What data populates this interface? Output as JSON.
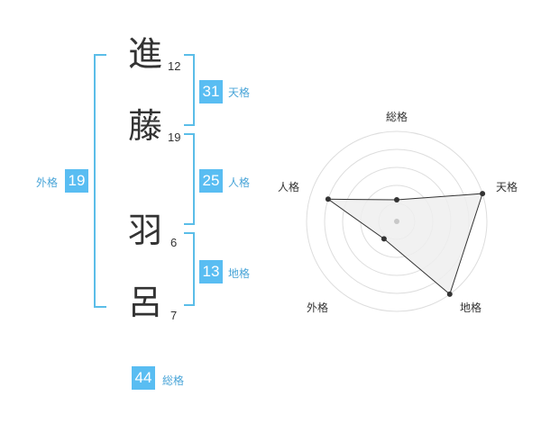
{
  "characters": [
    {
      "char": "進",
      "strokes": "12"
    },
    {
      "char": "藤",
      "strokes": "19"
    },
    {
      "char": "羽",
      "strokes": "6"
    },
    {
      "char": "呂",
      "strokes": "7"
    }
  ],
  "fortunes": {
    "tenkaku": {
      "label": "天格",
      "value": "31"
    },
    "jinkaku": {
      "label": "人格",
      "value": "25"
    },
    "chikaku": {
      "label": "地格",
      "value": "13"
    },
    "gaikaku": {
      "label": "外格",
      "value": "19"
    },
    "soukaku": {
      "label": "総格",
      "value": "44"
    }
  },
  "colors": {
    "accent": "#59bdf2",
    "bracket": "#5bbde8",
    "radar_fill": "#eeeeee",
    "radar_grid": "#dddddd"
  },
  "chart_data": {
    "type": "radar",
    "axes": [
      "総格",
      "天格",
      "地格",
      "外格",
      "人格"
    ],
    "max": 5,
    "rings": 5,
    "values": [
      1.2,
      5,
      5,
      1.2,
      4
    ]
  }
}
